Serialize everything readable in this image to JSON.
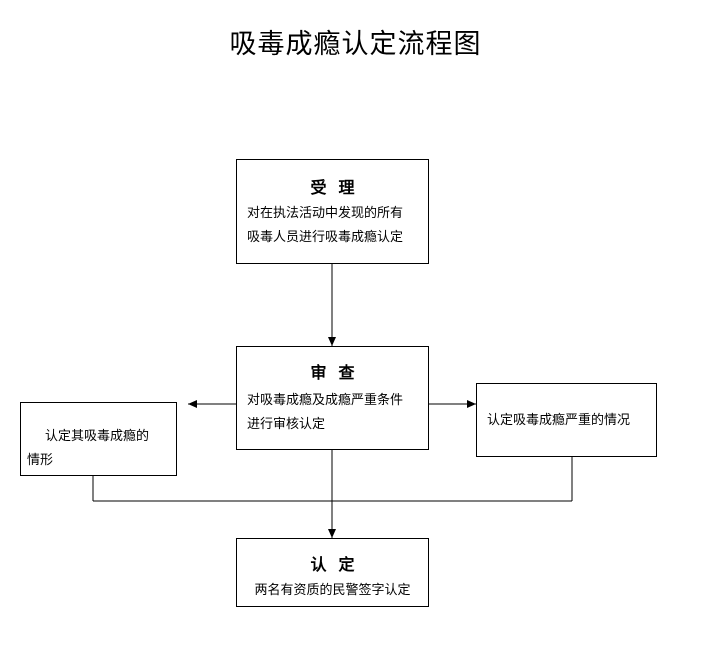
{
  "title": "吸毒成瘾认定流程图",
  "nodes": {
    "accept": {
      "title": "受理",
      "lines": [
        "对在执法活动中发现的所有",
        "吸毒人员进行吸毒成瘾认定"
      ]
    },
    "review": {
      "title": "审查",
      "lines": [
        "对吸毒成瘾及成瘾严重条件",
        "进行审核认定"
      ]
    },
    "left": {
      "lines": [
        "认定其吸毒成瘾的",
        "情形"
      ]
    },
    "right": {
      "lines": [
        "认定吸毒成瘾严重的情况"
      ]
    },
    "confirm": {
      "title": "认定",
      "lines": [
        "两名有资质的民警签字认定"
      ]
    }
  }
}
